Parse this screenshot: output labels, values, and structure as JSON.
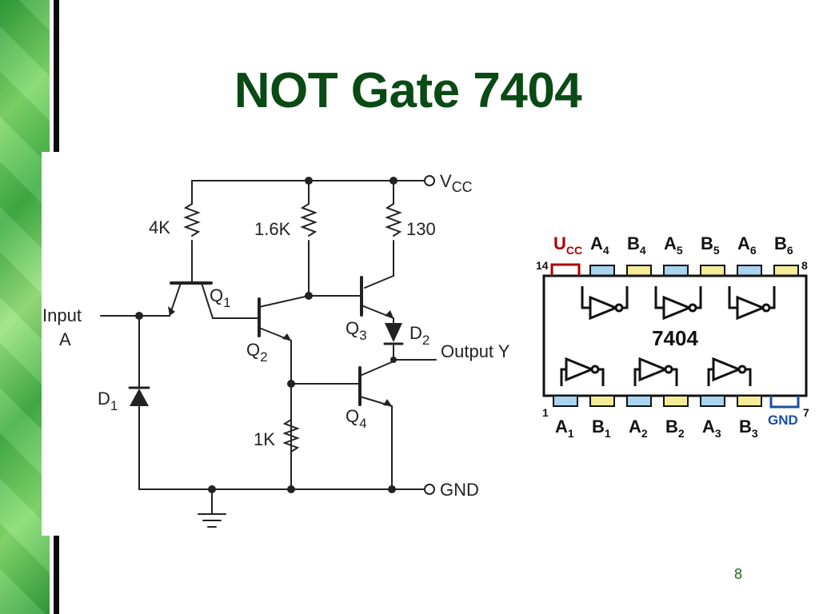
{
  "slide": {
    "title": "NOT Gate 7404",
    "page_number": "8"
  },
  "circuit": {
    "vcc_label": "V",
    "vcc_sub": "CC",
    "gnd_label": "GND",
    "input_label_line1": "Input",
    "input_label_line2": "A",
    "output_label": "Output Y",
    "resistors": {
      "r4k": "4K",
      "r1_6k": "1.6K",
      "r130": "130",
      "r1k": "1K"
    },
    "transistors": {
      "q1": "Q",
      "q1_sub": "1",
      "q2": "Q",
      "q2_sub": "2",
      "q3": "Q",
      "q3_sub": "3",
      "q4": "Q",
      "q4_sub": "4"
    },
    "diodes": {
      "d1": "D",
      "d1_sub": "1",
      "d2": "D",
      "d2_sub": "2"
    }
  },
  "chip": {
    "name": "7404",
    "pin1": "1",
    "pin7": "7",
    "pin8": "8",
    "pin14": "14",
    "top_labels": [
      {
        "main": "U",
        "sub": "CC"
      },
      {
        "main": "A",
        "sub": "4"
      },
      {
        "main": "B",
        "sub": "4"
      },
      {
        "main": "A",
        "sub": "5"
      },
      {
        "main": "B",
        "sub": "5"
      },
      {
        "main": "A",
        "sub": "6"
      },
      {
        "main": "B",
        "sub": "6"
      }
    ],
    "bottom_labels": [
      {
        "main": "A",
        "sub": "1"
      },
      {
        "main": "B",
        "sub": "1"
      },
      {
        "main": "A",
        "sub": "2"
      },
      {
        "main": "B",
        "sub": "2"
      },
      {
        "main": "A",
        "sub": "3"
      },
      {
        "main": "B",
        "sub": "3"
      }
    ],
    "gnd_label": "GND",
    "colors": {
      "vcc": "#b00000",
      "gnd": "#1a4fa0",
      "input_pin": "#a8d4f0",
      "output_pin": "#f4ec96"
    }
  }
}
